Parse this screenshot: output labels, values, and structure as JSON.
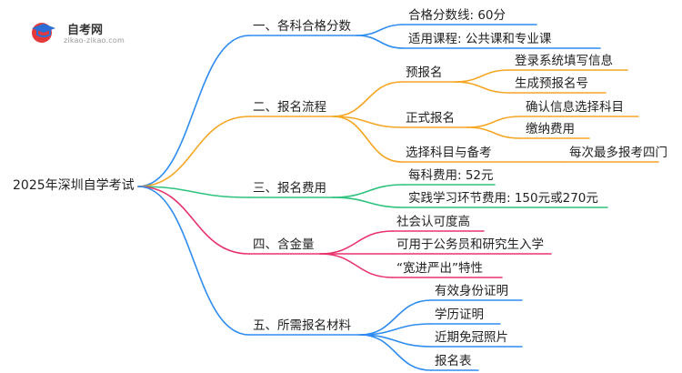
{
  "logo": {
    "name": "自考网",
    "url": "zikao-zikao.com"
  },
  "root": "2025年深圳自学考试",
  "colors": {
    "blue": "#2f8cf0",
    "orange": "#f5a623",
    "green": "#2ec27e",
    "red": "#e8336d"
  },
  "branches": [
    {
      "label": "一、各科合格分数",
      "color": "blue",
      "children": [
        {
          "label": "合格分数线: 60分"
        },
        {
          "label": "适用课程: 公共课和专业课"
        }
      ]
    },
    {
      "label": "二、报名流程",
      "color": "orange",
      "children": [
        {
          "label": "预报名",
          "children": [
            {
              "label": "登录系统填写信息"
            },
            {
              "label": "生成预报名号"
            }
          ]
        },
        {
          "label": "正式报名",
          "children": [
            {
              "label": "确认信息选择科目"
            },
            {
              "label": "缴纳费用"
            }
          ]
        },
        {
          "label": "选择科目与备考",
          "children": [
            {
              "label": "每次最多报考四门"
            }
          ]
        }
      ]
    },
    {
      "label": "三、报名费用",
      "color": "green",
      "children": [
        {
          "label": "每科费用: 52元"
        },
        {
          "label": "实践学习环节费用: 150元或270元"
        }
      ]
    },
    {
      "label": "四、含金量",
      "color": "red",
      "children": [
        {
          "label": "社会认可度高"
        },
        {
          "label": "可用于公务员和研究生入学"
        },
        {
          "label": "“宽进严出”特性"
        }
      ]
    },
    {
      "label": "五、所需报名材料",
      "color": "blue",
      "children": [
        {
          "label": "有效身份证明"
        },
        {
          "label": "学历证明"
        },
        {
          "label": "近期免冠照片"
        },
        {
          "label": "报名表"
        }
      ]
    }
  ]
}
